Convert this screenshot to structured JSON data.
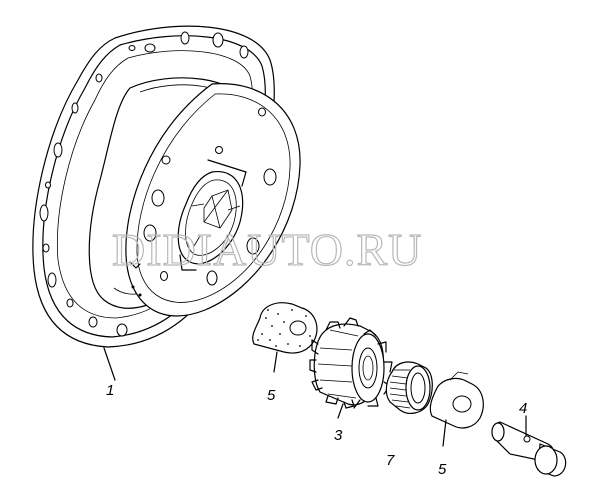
{
  "watermark": "DIDIAUTO.RU",
  "callouts": {
    "hub": "1",
    "gasket_left": "5",
    "gear": "3",
    "needle_bearing": "7",
    "gasket_right": "5",
    "axle_pin": "4"
  }
}
